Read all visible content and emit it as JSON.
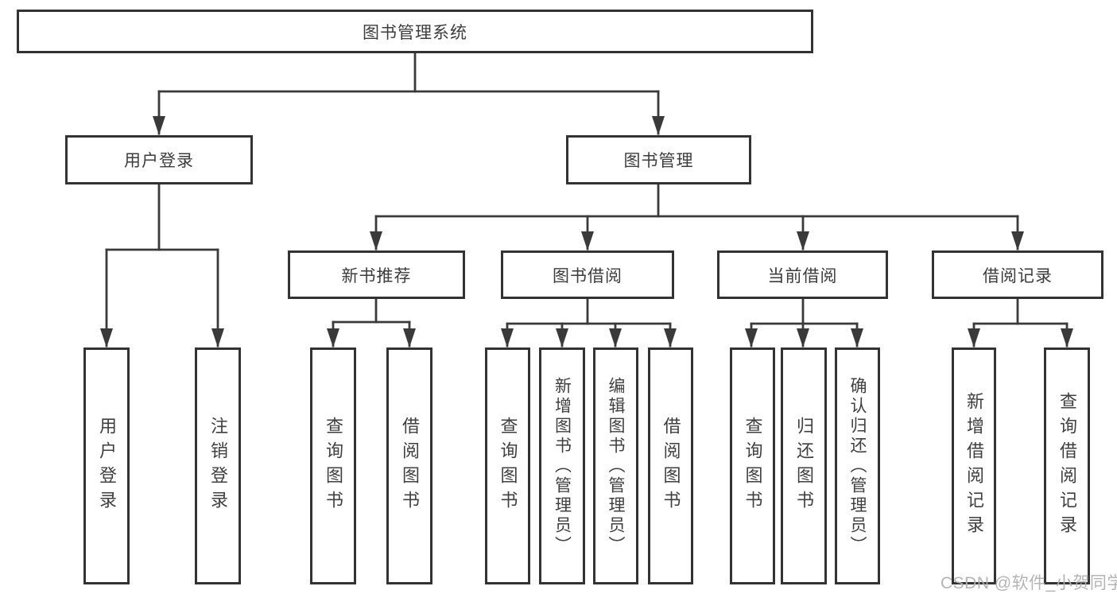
{
  "nodes": {
    "root": {
      "label": "图书管理系统"
    },
    "level2": [
      {
        "label": "用户登录"
      },
      {
        "label": "图书管理"
      }
    ],
    "level3": [
      {
        "label": "新书推荐"
      },
      {
        "label": "图书借阅"
      },
      {
        "label": "当前借阅"
      },
      {
        "label": "借阅记录"
      }
    ],
    "leaves": [
      {
        "label": "用户登录"
      },
      {
        "label": "注销登录"
      },
      {
        "label": "查询图书"
      },
      {
        "label": "借阅图书"
      },
      {
        "label": "查询图书"
      },
      {
        "label": "新增图书（管理员）"
      },
      {
        "label": "编辑图书（管理员）"
      },
      {
        "label": "借阅图书"
      },
      {
        "label": "查询图书"
      },
      {
        "label": "归还图书"
      },
      {
        "label": "确认归还（管理员）"
      },
      {
        "label": "新增借阅记录"
      },
      {
        "label": "查询借阅记录"
      }
    ]
  },
  "watermark": "CSDN @软件_小贺同学",
  "colors": {
    "line": "#3a3a3a",
    "box_border": "#333333",
    "text": "#3c3c3c",
    "watermark": "#b0b0b0",
    "background": "#ffffff"
  }
}
